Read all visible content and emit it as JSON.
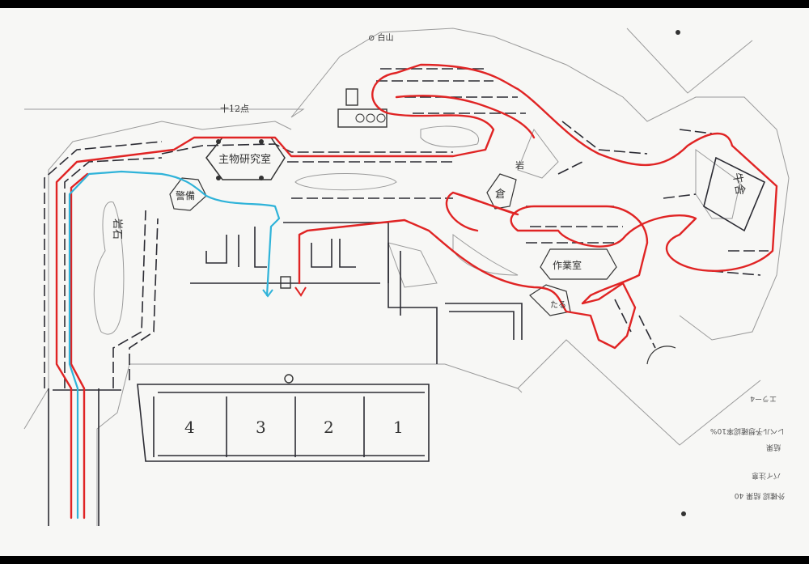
{
  "map": {
    "rooms": {
      "research_building": "主物研究室",
      "guard_room": "警備",
      "work_room": "作業室",
      "storage": "倉",
      "east_building": "牛舎",
      "rock": "岩",
      "west_rock_area": "岩石",
      "small_room": "たる"
    },
    "parking_slots": [
      "4",
      "3",
      "2",
      "1"
    ],
    "annotations": {
      "top_route_marker": "十12点",
      "top_right_mark": "⊙ 白山"
    },
    "side_notes": [
      "エラー4",
      "レベル予想確認率10%",
      "結果",
      "バイ注意",
      "外確認 結果 40"
    ],
    "route_colors": {
      "primary_route": "#e02424",
      "alternate_route": "#2fb3d9"
    }
  }
}
